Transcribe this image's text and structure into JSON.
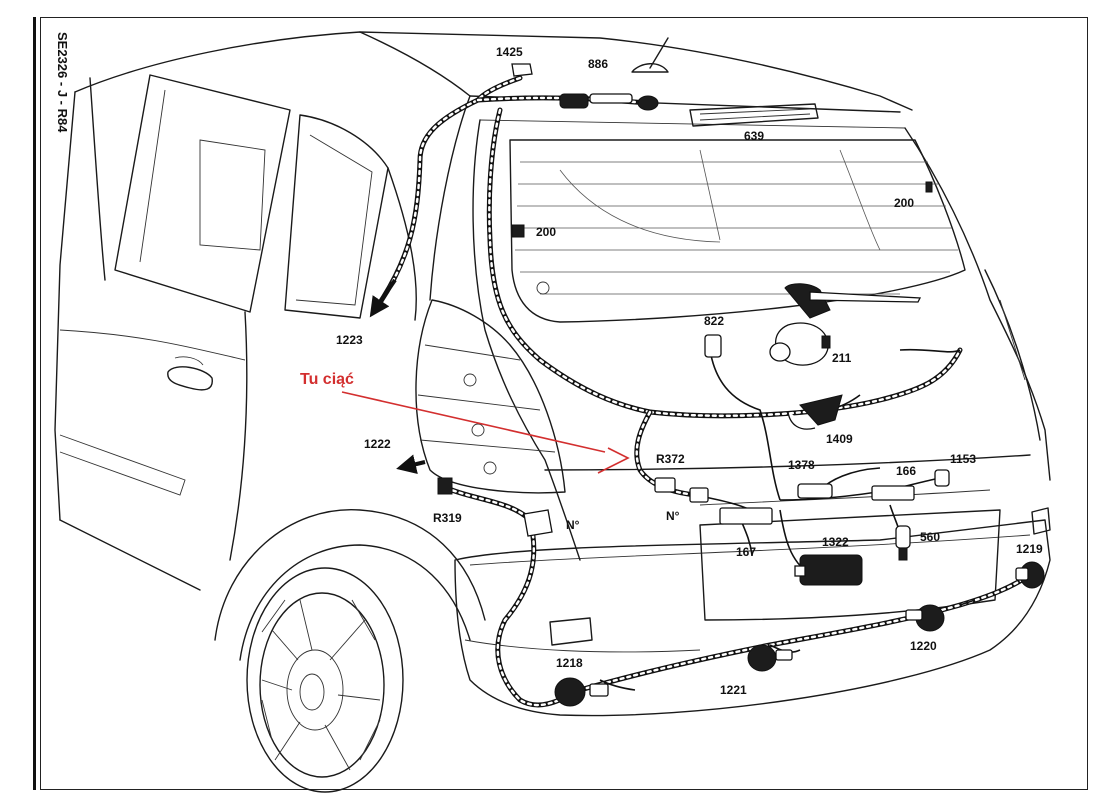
{
  "drawing_code": "SE2326 - J - R84",
  "annotation": {
    "text": "Tu ciąć",
    "color": "#d32f2f"
  },
  "labels": {
    "l1425": "1425",
    "l886": "886",
    "l639": "639",
    "l200a": "200",
    "l200b": "200",
    "l1223": "1223",
    "l822": "822",
    "l211": "211",
    "l1409": "1409",
    "lR372": "R372",
    "l1378": "1378",
    "l166": "166",
    "l1153": "1153",
    "l1222": "1222",
    "lR319": "R319",
    "lN1": "N°",
    "lN2": "N°",
    "l167": "167",
    "l1322": "1322",
    "l560": "560",
    "l1219": "1219",
    "l1218": "1218",
    "l1220": "1220",
    "l1221": "1221"
  },
  "colors": {
    "line": "#1a1a1a",
    "annotation": "#d32f2f"
  }
}
